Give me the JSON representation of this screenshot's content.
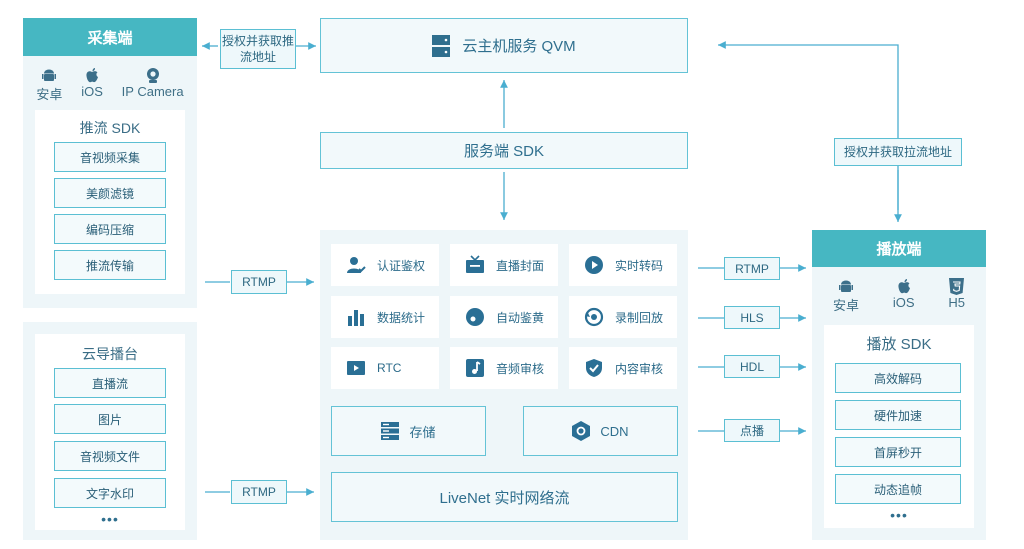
{
  "capture": {
    "title": "采集端",
    "devices": [
      "安卓",
      "iOS",
      "IP Camera"
    ],
    "sdk_title": "推流 SDK",
    "items": [
      "音视频采集",
      "美颜滤镜",
      "编码压缩",
      "推流传输"
    ]
  },
  "director": {
    "title": "云导播台",
    "items": [
      "直播流",
      "图片",
      "音视频文件",
      "文字水印"
    ],
    "more": "•••"
  },
  "auth_left": "授权并获取推流地址",
  "qvm": "云主机服务 QVM",
  "server_sdk": "服务端 SDK",
  "auth_right": "授权并获取拉流地址",
  "rtmp_in_1": "RTMP",
  "rtmp_in_2": "RTMP",
  "features": [
    {
      "icon": "user-check-icon",
      "label": "认证鉴权"
    },
    {
      "icon": "tv-icon",
      "label": "直播封面"
    },
    {
      "icon": "play-circle-icon",
      "label": "实时转码"
    },
    {
      "icon": "bar-chart-icon",
      "label": "数据统计"
    },
    {
      "icon": "circle-dot-icon",
      "label": "自动鉴黄"
    },
    {
      "icon": "replay-icon",
      "label": "录制回放"
    },
    {
      "icon": "video-icon",
      "label": "RTC"
    },
    {
      "icon": "music-icon",
      "label": "音频审核"
    },
    {
      "icon": "shield-check-icon",
      "label": "内容审核"
    }
  ],
  "storage": "存储",
  "cdn": "CDN",
  "livenet": "LiveNet 实时网络流",
  "protocols": [
    "RTMP",
    "HLS",
    "HDL",
    "点播"
  ],
  "player": {
    "title": "播放端",
    "devices": [
      "安卓",
      "iOS",
      "H5"
    ],
    "sdk_title": "播放 SDK",
    "items": [
      "高效解码",
      "硬件加速",
      "首屏秒开",
      "动态追帧"
    ],
    "more": "•••"
  },
  "colors": {
    "accent": "#46b7c2",
    "border": "#5bbfd3",
    "text": "#2c6b8a",
    "arrow": "#4aaed0"
  }
}
